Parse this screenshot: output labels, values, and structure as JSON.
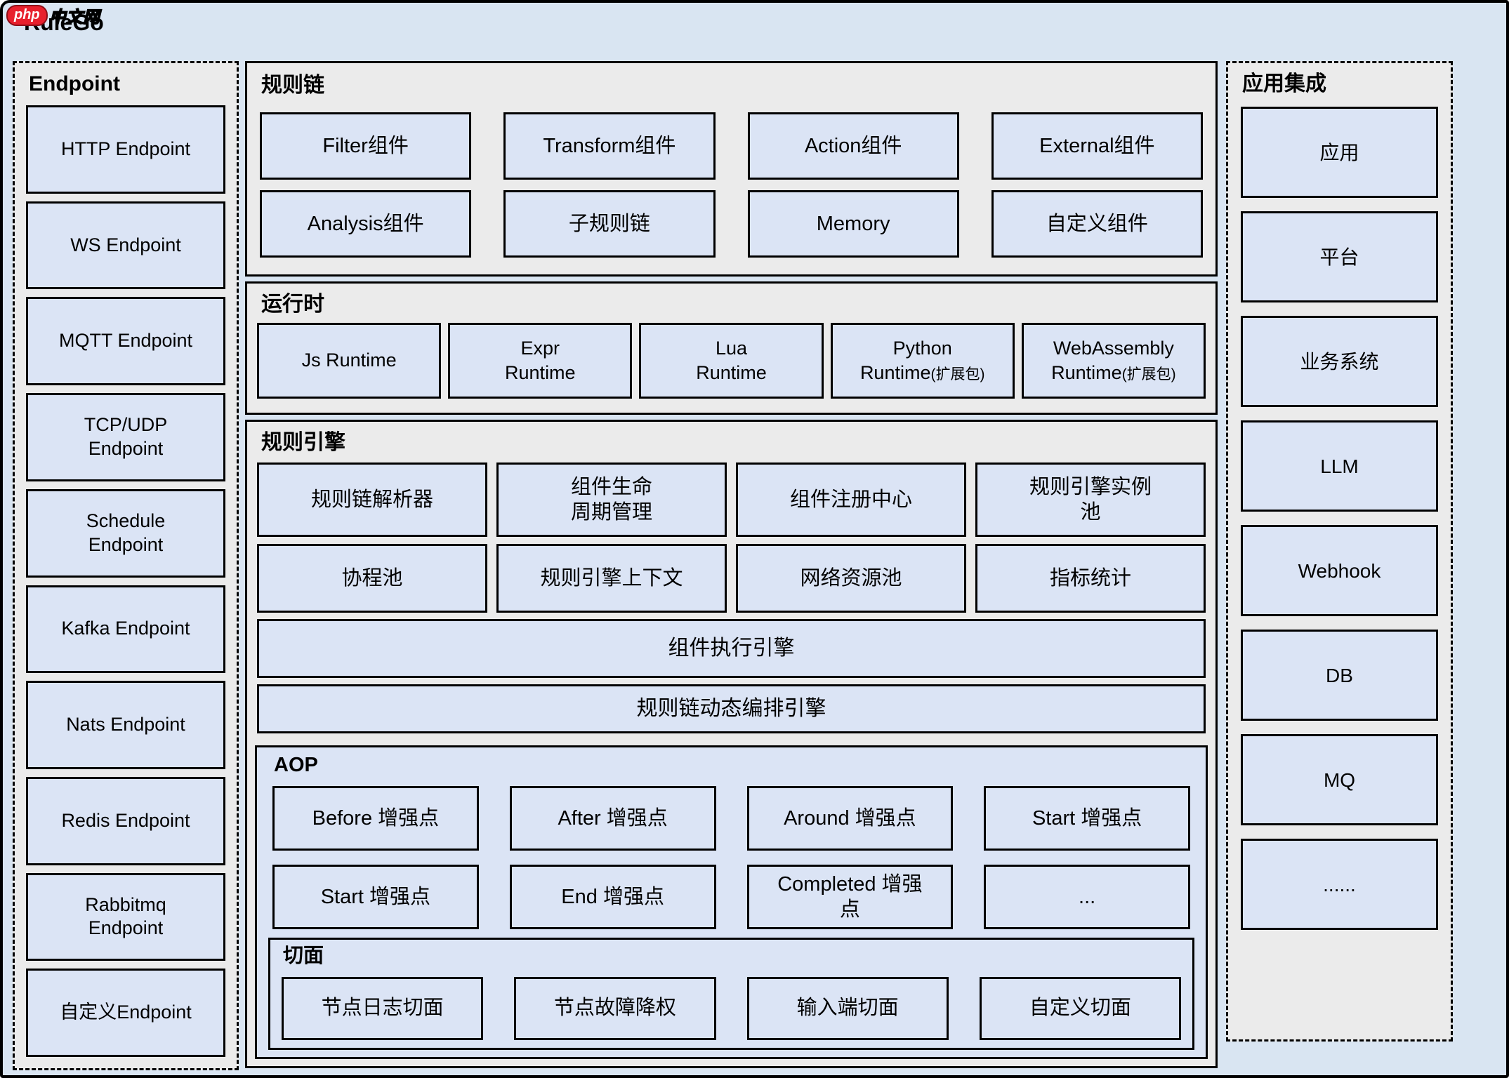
{
  "page": {
    "title": "RuleGo"
  },
  "logo": {
    "brand": "php",
    "site": "中文网"
  },
  "colors": {
    "page_bg": "#d9e5f2",
    "panel_bg": "#ebebeb",
    "box_fill": "#dbe4f5",
    "border": "#000000",
    "logo_red": "#e8202d"
  },
  "endpoint": {
    "title": "Endpoint",
    "items": [
      "HTTP Endpoint",
      "WS Endpoint",
      "MQTT Endpoint",
      "TCP/UDP\nEndpoint",
      "Schedule\nEndpoint",
      "Kafka Endpoint",
      "Nats Endpoint",
      "Redis Endpoint",
      "Rabbitmq\nEndpoint",
      "自定义Endpoint"
    ]
  },
  "rule_chain": {
    "title": "规则链",
    "row1": [
      "Filter组件",
      "Transform组件",
      "Action组件",
      "External组件"
    ],
    "row2": [
      "Analysis组件",
      "子规则链",
      "Memory",
      "自定义组件"
    ]
  },
  "runtime": {
    "title": "运行时",
    "items": [
      {
        "line1": "Js Runtime",
        "line2": "",
        "note": ""
      },
      {
        "line1": "Expr",
        "line2": "Runtime",
        "note": ""
      },
      {
        "line1": "Lua",
        "line2": "Runtime",
        "note": ""
      },
      {
        "line1": "Python",
        "line2": "Runtime",
        "note": "(扩展包)"
      },
      {
        "line1": "WebAssembly",
        "line2": "Runtime",
        "note": "(扩展包)"
      }
    ]
  },
  "rule_engine": {
    "title": "规则引擎",
    "row1": [
      "规则链解析器",
      "组件生命\n周期管理",
      "组件注册中心",
      "规则引擎实例\n池"
    ],
    "row2": [
      "协程池",
      "规则引擎上下文",
      "网络资源池",
      "指标统计"
    ],
    "bar1": "组件执行引擎",
    "bar2": "规则链动态编排引擎"
  },
  "aop": {
    "title": "AOP",
    "row1": [
      "Before 增强点",
      "After 增强点",
      "Around 增强点",
      "Start 增强点"
    ],
    "row2": [
      "Start 增强点",
      "End 增强点",
      "Completed 增强\n点",
      "..."
    ]
  },
  "aspect": {
    "title": "切面",
    "items": [
      "节点日志切面",
      "节点故障降权",
      "输入端切面",
      "自定义切面"
    ]
  },
  "integration": {
    "title": "应用集成",
    "items": [
      "应用",
      "平台",
      "业务系统",
      "LLM",
      "Webhook",
      "DB",
      "MQ",
      "......"
    ]
  }
}
